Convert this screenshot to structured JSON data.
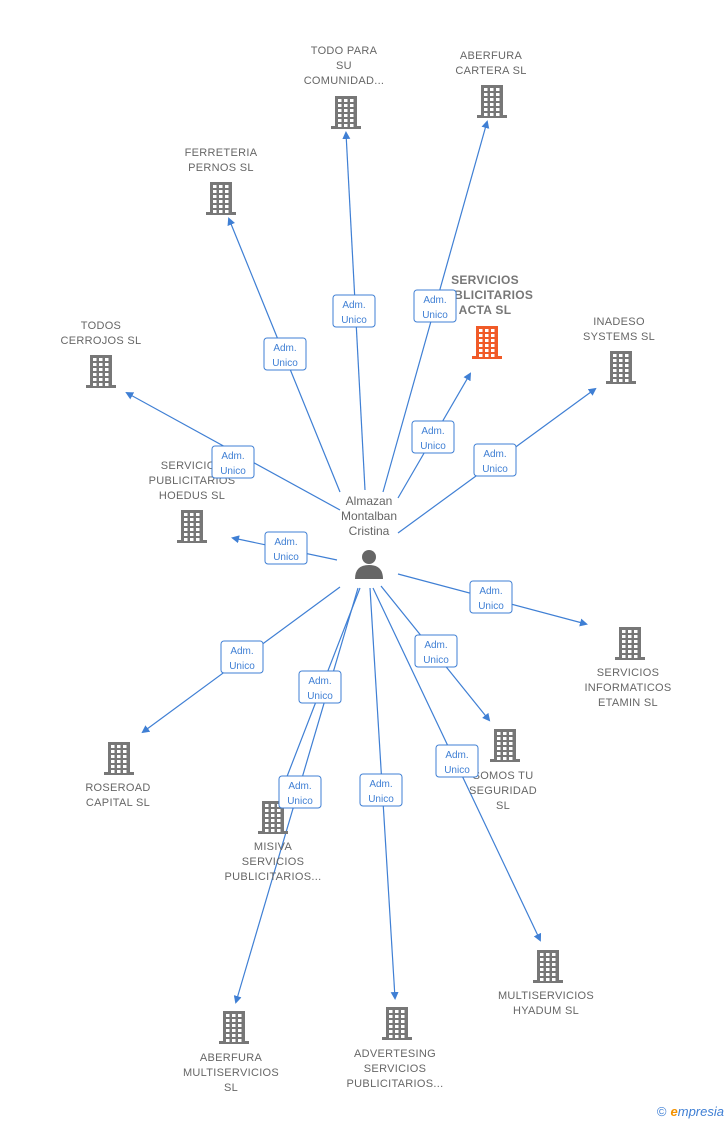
{
  "center": {
    "label_lines": [
      "Almazan",
      "Montalban",
      "Cristina"
    ],
    "icon": "person-icon"
  },
  "edge_label_lines": [
    "Adm.",
    "Unico"
  ],
  "colors": {
    "edge": "#3f7fd4",
    "building": "#777777",
    "highlight": "#f05a28",
    "text": "#666666"
  },
  "nodes": [
    {
      "id": "todo-para",
      "label_lines": [
        "TODO PARA",
        "SU",
        "COMUNIDAD..."
      ],
      "highlight": false,
      "icon": "building-icon"
    },
    {
      "id": "aberfura-cartera",
      "label_lines": [
        "ABERFURA",
        "CARTERA SL"
      ],
      "highlight": false,
      "icon": "building-icon"
    },
    {
      "id": "ferreteria-pernos",
      "label_lines": [
        "FERRETERIA",
        "PERNOS SL"
      ],
      "highlight": false,
      "icon": "building-icon"
    },
    {
      "id": "servicios-publicitarios-acta",
      "label_lines": [
        "SERVICIOS",
        "PUBLICITARIOS",
        "ACTA SL"
      ],
      "highlight": true,
      "icon": "building-icon"
    },
    {
      "id": "inadeso-systems",
      "label_lines": [
        "INADESO",
        "SYSTEMS SL"
      ],
      "highlight": false,
      "icon": "building-icon"
    },
    {
      "id": "todos-cerrojos",
      "label_lines": [
        "TODOS",
        "CERROJOS SL"
      ],
      "highlight": false,
      "icon": "building-icon"
    },
    {
      "id": "servicios-publicitarios-hoedus",
      "label_lines": [
        "SERVICIOS",
        "PUBLICITARIOS",
        "HOEDUS SL"
      ],
      "highlight": false,
      "icon": "building-icon"
    },
    {
      "id": "servicios-informaticos-etamin",
      "label_lines": [
        "SERVICIOS",
        "INFORMATICOS",
        "ETAMIN SL"
      ],
      "highlight": false,
      "icon": "building-icon"
    },
    {
      "id": "roseroad-capital",
      "label_lines": [
        "ROSEROAD",
        "CAPITAL SL"
      ],
      "highlight": false,
      "icon": "building-icon"
    },
    {
      "id": "somos-tu-seguridad",
      "label_lines": [
        "SOMOS TU",
        "SEGURIDAD",
        "SL"
      ],
      "highlight": false,
      "icon": "building-icon"
    },
    {
      "id": "misiva-servicios",
      "label_lines": [
        "MISIVA",
        "SERVICIOS",
        "PUBLICITARIOS..."
      ],
      "highlight": false,
      "icon": "building-icon"
    },
    {
      "id": "multiservicios-hyadum",
      "label_lines": [
        "MULTISERVICIOS",
        "HYADUM SL"
      ],
      "highlight": false,
      "icon": "building-icon"
    },
    {
      "id": "aberfura-multiservicios",
      "label_lines": [
        "ABERFURA",
        "MULTISERVICIOS",
        "SL"
      ],
      "highlight": false,
      "icon": "building-icon"
    },
    {
      "id": "advertesing-servicios",
      "label_lines": [
        "ADVERTESING",
        "SERVICIOS",
        "PUBLICITARIOS..."
      ],
      "highlight": false,
      "icon": "building-icon"
    }
  ],
  "footer": {
    "copyright": "©",
    "brand_initial": "e",
    "brand_rest": "mpresia"
  }
}
